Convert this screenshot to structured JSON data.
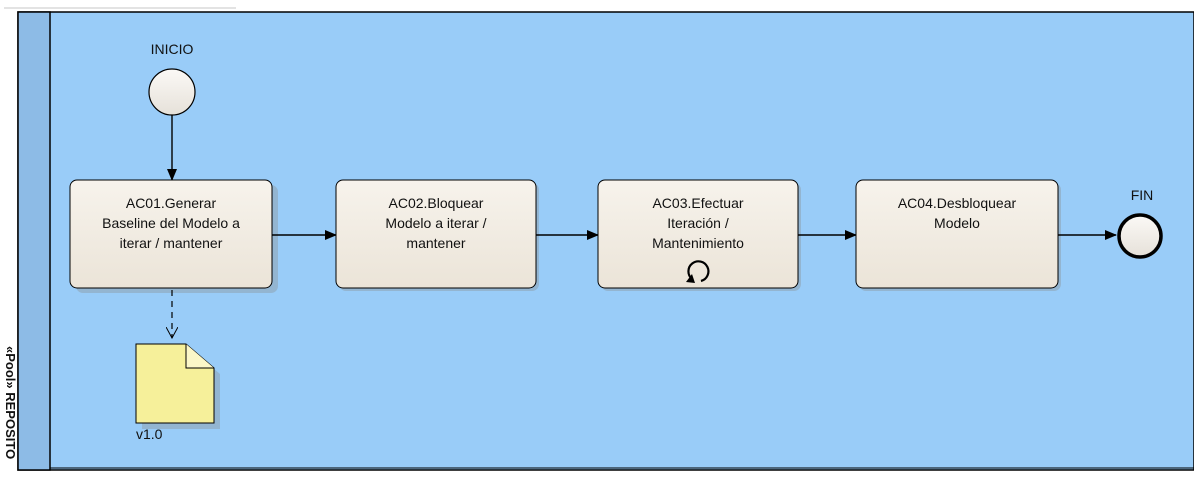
{
  "pool": {
    "label": "«Pool» REPOSITO"
  },
  "events": {
    "start_label": "INICIO",
    "end_label": "FIN"
  },
  "tasks": [
    {
      "id": "AC01",
      "lines": [
        "AC01.Generar",
        "Baseline del Modelo a",
        "iterar / mantener"
      ]
    },
    {
      "id": "AC02",
      "lines": [
        "AC02.Bloquear",
        "Modelo a iterar /",
        "mantener"
      ]
    },
    {
      "id": "AC03",
      "lines": [
        "AC03.Efectuar",
        "Iteración /",
        "Mantenimiento"
      ],
      "marker": "loop-icon"
    },
    {
      "id": "AC04",
      "lines": [
        "AC04.Desbloquear",
        "Modelo"
      ]
    }
  ],
  "artifact": {
    "label": "v1.0"
  },
  "colors": {
    "lane_fill": "#99ccf8",
    "pool_header_fill": "#8dbbe6",
    "task_fill": "#f1ece3",
    "artifact_fill": "#f6f09a",
    "event_fill": "#f0ece6"
  }
}
